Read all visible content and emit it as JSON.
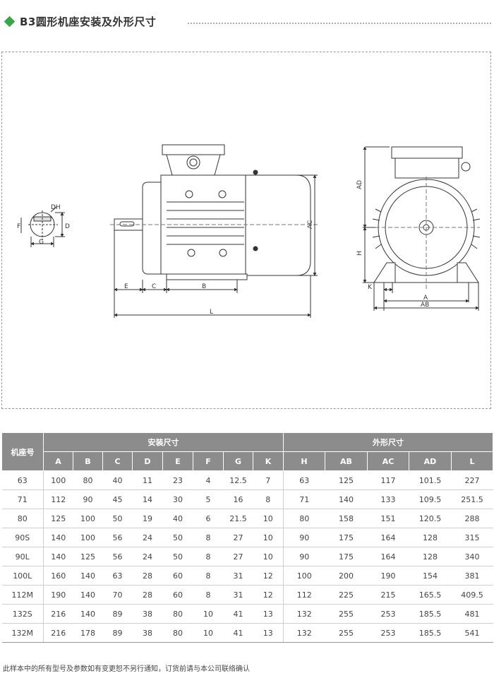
{
  "header": {
    "title": "B3圆形机座安装及外形尺寸"
  },
  "drawing": {
    "labels": {
      "DH": "DH",
      "F": "F",
      "D": "D",
      "G": "G",
      "E": "E",
      "C": "C",
      "B": "B",
      "L": "L",
      "AC": "AC",
      "AD": "AD",
      "H": "H",
      "K": "K",
      "A": "A",
      "AB": "AB"
    }
  },
  "table": {
    "frame_header": "机座号",
    "group_install": "安装尺寸",
    "group_outline": "外形尺寸",
    "columns": [
      "A",
      "B",
      "C",
      "D",
      "E",
      "F",
      "G",
      "K",
      "H",
      "AB",
      "AC",
      "AD",
      "L"
    ],
    "rows": [
      [
        "63",
        "100",
        "80",
        "40",
        "11",
        "23",
        "4",
        "12.5",
        "7",
        "63",
        "125",
        "117",
        "101.5",
        "227"
      ],
      [
        "71",
        "112",
        "90",
        "45",
        "14",
        "30",
        "5",
        "16",
        "8",
        "71",
        "140",
        "133",
        "109.5",
        "251.5"
      ],
      [
        "80",
        "125",
        "100",
        "50",
        "19",
        "40",
        "6",
        "21.5",
        "10",
        "80",
        "158",
        "151",
        "120.5",
        "288"
      ],
      [
        "90S",
        "140",
        "100",
        "56",
        "24",
        "50",
        "8",
        "27",
        "10",
        "90",
        "175",
        "164",
        "128",
        "315"
      ],
      [
        "90L",
        "140",
        "125",
        "56",
        "24",
        "50",
        "8",
        "27",
        "10",
        "90",
        "175",
        "164",
        "128",
        "340"
      ],
      [
        "100L",
        "160",
        "140",
        "63",
        "28",
        "60",
        "8",
        "31",
        "12",
        "100",
        "200",
        "190",
        "154",
        "381"
      ],
      [
        "112M",
        "190",
        "140",
        "70",
        "28",
        "60",
        "8",
        "31",
        "12",
        "112",
        "225",
        "215",
        "165.5",
        "409.5"
      ],
      [
        "132S",
        "216",
        "140",
        "89",
        "38",
        "80",
        "10",
        "41",
        "13",
        "132",
        "255",
        "253",
        "185.5",
        "481"
      ],
      [
        "132M",
        "216",
        "178",
        "89",
        "38",
        "80",
        "10",
        "41",
        "13",
        "132",
        "255",
        "253",
        "185.5",
        "541"
      ]
    ]
  },
  "footer": {
    "note": "此样本中的所有型号及参数如有变更恕不另行通知，订货前请与本公司联络确认"
  }
}
